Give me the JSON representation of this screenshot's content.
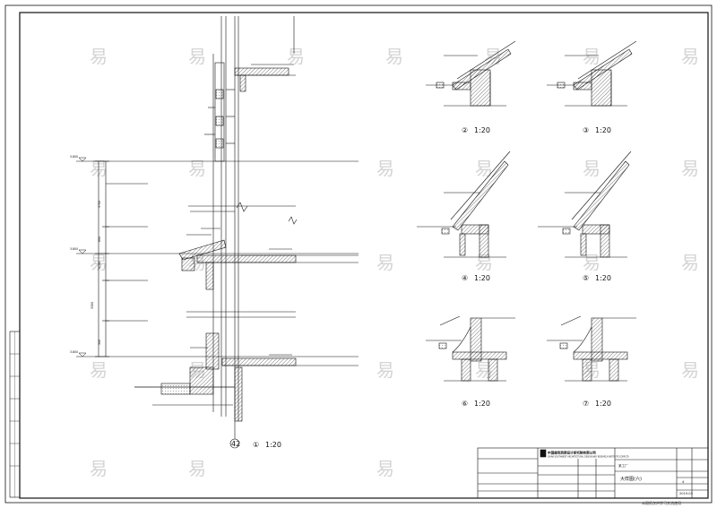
{
  "sheet": {
    "watermark_glyph": "易",
    "watermark_color": "#d4d4d4",
    "line_color": "#111111"
  },
  "main_section": {
    "detail_no": "①",
    "scale": "1:20",
    "axis_mark": "42"
  },
  "level_marks": [
    "3.800",
    "3.800",
    "3.800"
  ],
  "dimensions": [
    "3700",
    "800",
    "1700",
    "3300",
    "300"
  ],
  "details": [
    {
      "no": "②",
      "scale": "1:20"
    },
    {
      "no": "③",
      "scale": "1:20"
    },
    {
      "no": "④",
      "scale": "1:20"
    },
    {
      "no": "⑤",
      "scale": "1:20"
    },
    {
      "no": "⑥",
      "scale": "1:20"
    },
    {
      "no": "⑦",
      "scale": "1:20"
    }
  ],
  "title_block": {
    "company_cn": "中国建筑西南设计研究院有限公司",
    "company_en": "CHINA SOUTHWEST ARCHITECTURAL DESIGN AND RESEARCH INSTITUTE CORP.LTD",
    "drawing_title": "大样图(六)",
    "project_label": "某工厂",
    "sheet_no": "4",
    "date": "2019.03"
  },
  "footer_note": "本图纸仅供学习交流使用"
}
